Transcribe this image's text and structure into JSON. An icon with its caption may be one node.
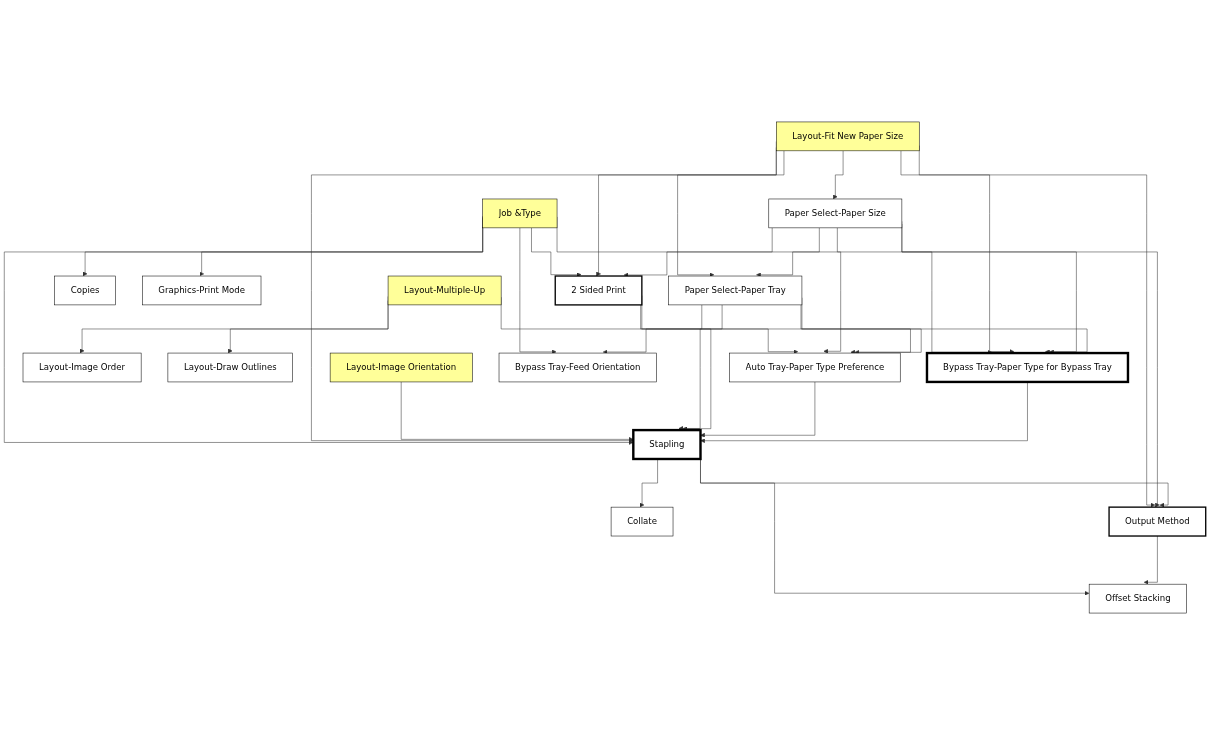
{
  "diagram": {
    "nodes": [
      {
        "text": [
          "Job &Type"
        ]
      },
      {
        "text": [
          "Layout-Fit New Paper Size"
        ]
      },
      {
        "text": [
          "Layout-Multiple-Up"
        ]
      },
      {
        "text": [
          "Layout-Image Orientation"
        ]
      },
      {
        "text": [
          "Copies"
        ]
      },
      {
        "text": [
          "Graphics-Print Mode"
        ]
      },
      {
        "text": [
          "Paper Select-Paper Size"
        ]
      },
      {
        "text": [
          "Layout-Image Order"
        ]
      },
      {
        "text": [
          "Layout-Draw Outlines"
        ]
      },
      {
        "text": [
          "2 Sided Print"
        ]
      },
      {
        "text": [
          "Paper Select-Paper Tray"
        ]
      },
      {
        "text": [
          "Auto Tray-Paper Type Preference"
        ]
      },
      {
        "text": [
          "Bypass Tray-Paper Type for Bypass Tray"
        ]
      },
      {
        "text": [
          "Bypass Tray-Feed Orientation"
        ]
      },
      {
        "text": [
          "Stapling"
        ]
      },
      {
        "text": [
          "Collate"
        ]
      },
      {
        "text": [
          "Output Method"
        ]
      },
      {
        "text": [
          "Offset Stacking"
        ]
      }
    ],
    "edges": [
      {
        "from": 0,
        "to": 4,
        "arrow": "to"
      },
      {
        "from": 0,
        "to": 9,
        "arrow": "to"
      },
      {
        "from": 0,
        "to": 14,
        "arrow": "to"
      },
      {
        "from": 0,
        "to": 5,
        "arrow": "to"
      },
      {
        "from": 0,
        "to": 12,
        "arrow": "to"
      },
      {
        "from": 0,
        "to": 13,
        "arrow": "to"
      },
      {
        "from": 1,
        "to": 9,
        "arrow": "to"
      },
      {
        "from": 1,
        "to": 14,
        "arrow": "to"
      },
      {
        "from": 1,
        "to": 16,
        "arrow": "to"
      },
      {
        "from": 1,
        "to": 10,
        "arrow": "to"
      },
      {
        "from": 1,
        "to": 12,
        "arrow": "to"
      },
      {
        "from": 1,
        "to": 6,
        "arrow": "to"
      },
      {
        "from": 2,
        "to": 11,
        "arrow": "to"
      },
      {
        "from": 2,
        "to": 7,
        "arrow": "to"
      },
      {
        "from": 2,
        "to": 8,
        "arrow": "to"
      },
      {
        "from": 3,
        "to": 14,
        "arrow": "to"
      },
      {
        "from": 6,
        "to": 9,
        "arrow": "to"
      },
      {
        "from": 6,
        "to": 10,
        "arrow": "to"
      },
      {
        "from": 6,
        "to": 11,
        "arrow": "to"
      },
      {
        "from": 6,
        "to": 12,
        "arrow": "to"
      },
      {
        "from": 6,
        "to": 16,
        "arrow": "to"
      },
      {
        "from": 10,
        "to": 11,
        "arrow": "to"
      },
      {
        "from": 10,
        "to": 14,
        "arrow": "to"
      },
      {
        "from": 10,
        "to": 12,
        "arrow": "to"
      },
      {
        "from": 10,
        "to": 13,
        "arrow": "to"
      },
      {
        "from": 9,
        "to": 11,
        "arrow": "to"
      },
      {
        "from": 9,
        "to": 14,
        "arrow": "to"
      },
      {
        "from": 11,
        "to": 14,
        "arrow": "to"
      },
      {
        "from": 12,
        "to": 14,
        "arrow": "to"
      },
      {
        "from": 14,
        "to": 15,
        "arrow": "to"
      },
      {
        "from": 14,
        "to": 16,
        "arrow": "to"
      },
      {
        "from": 14,
        "to": 17,
        "arrow": "to"
      },
      {
        "from": 16,
        "to": 17,
        "arrow": "to"
      }
    ]
  }
}
